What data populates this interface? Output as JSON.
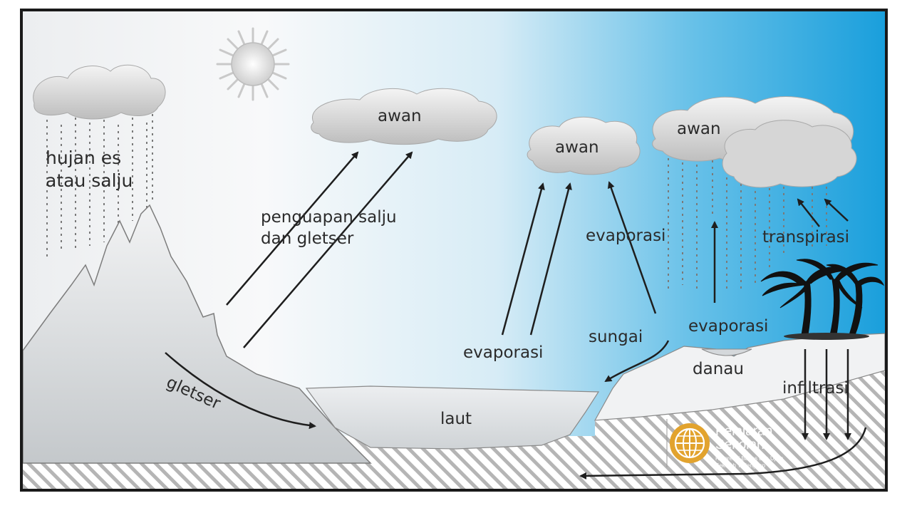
{
  "diagram": {
    "clouds": {
      "awan_1": "awan",
      "awan_2": "awan",
      "awan_3": "awan"
    },
    "labels": {
      "hujan_line1": "hujan es",
      "hujan_line2": "atau salju",
      "penguapan_line1": "penguapan salju",
      "penguapan_line2": "dan gletser",
      "evaporasi_sea": "evaporasi",
      "evaporasi_mid": "evaporasi",
      "evaporasi_lake": "evaporasi",
      "transpirasi": "transpirasi",
      "sungai": "sungai",
      "danau": "danau",
      "infiltrasi": "infiltrasi",
      "gletser": "gletser",
      "laut": "laut"
    },
    "logo": {
      "name_line1": "Pelajaran",
      "name_line2": "Sekolah",
      "tagline_line1": "Referensi Bahas dan Ujian",
      "tagline_line2": "Sekolah Terlengkap"
    },
    "colors": {
      "sky_light": "#f4f6f8",
      "sky_blue": "#1aa0dc",
      "cloud": "#d9d9d9",
      "mountain": "#cfd3d6",
      "sea": "#d6d9dc",
      "ground_hatch": "#b9b9b9",
      "border": "#1a1a1a",
      "logo": "#e2a32e"
    }
  }
}
